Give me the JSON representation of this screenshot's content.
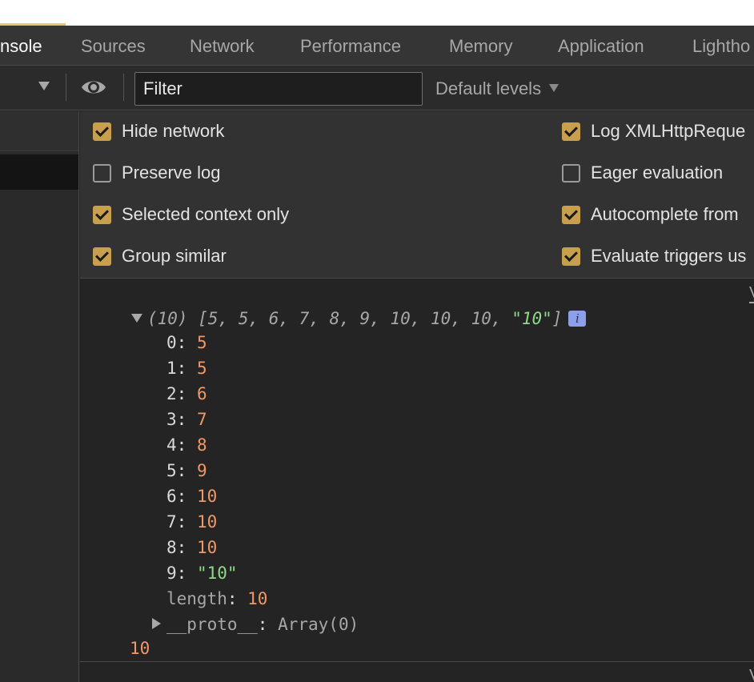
{
  "tabs": [
    {
      "label": "nsole",
      "active": true
    },
    {
      "label": "Sources"
    },
    {
      "label": "Network"
    },
    {
      "label": "Performance"
    },
    {
      "label": "Memory"
    },
    {
      "label": "Application"
    },
    {
      "label": "Lightho"
    }
  ],
  "toolbar": {
    "filter_value": "Filter",
    "levels_label": "Default levels"
  },
  "settings": {
    "hide_network": {
      "label": "Hide network",
      "checked": true
    },
    "preserve_log": {
      "label": "Preserve log",
      "checked": false
    },
    "selected_context": {
      "label": "Selected context only",
      "checked": true
    },
    "group_similar": {
      "label": "Group similar",
      "checked": true
    },
    "log_xhr": {
      "label": "Log XMLHttpReque",
      "checked": true
    },
    "eager_eval": {
      "label": "Eager evaluation",
      "checked": false
    },
    "autocomplete": {
      "label": "Autocomplete from",
      "checked": true
    },
    "evaluate_triggers": {
      "label": "Evaluate triggers us",
      "checked": true
    }
  },
  "console": {
    "array_summary": {
      "count": "(10)",
      "open": "[",
      "items_text": "5, 5, 6, 7, 8, 9, 10, 10, 10, ",
      "last_string": "\"10\"",
      "close": "]"
    },
    "info_badge": "i",
    "entries": [
      {
        "index": "0",
        "value": "5",
        "type": "number"
      },
      {
        "index": "1",
        "value": "5",
        "type": "number"
      },
      {
        "index": "2",
        "value": "6",
        "type": "number"
      },
      {
        "index": "3",
        "value": "7",
        "type": "number"
      },
      {
        "index": "4",
        "value": "8",
        "type": "number"
      },
      {
        "index": "5",
        "value": "9",
        "type": "number"
      },
      {
        "index": "6",
        "value": "10",
        "type": "number"
      },
      {
        "index": "7",
        "value": "10",
        "type": "number"
      },
      {
        "index": "8",
        "value": "10",
        "type": "number"
      },
      {
        "index": "9",
        "value": "\"10\"",
        "type": "string"
      }
    ],
    "length_key": "length",
    "length_value": "10",
    "proto_key": "__proto__",
    "proto_value": "Array(0)",
    "result_value": "10",
    "source_link_1": "V",
    "source_link_2": "V"
  },
  "colors": {
    "accent": "#f2c264",
    "checkbox": "#c8a04a",
    "number": "#f29766",
    "string": "#8fd98b",
    "info_badge": "#8d9fe8"
  }
}
